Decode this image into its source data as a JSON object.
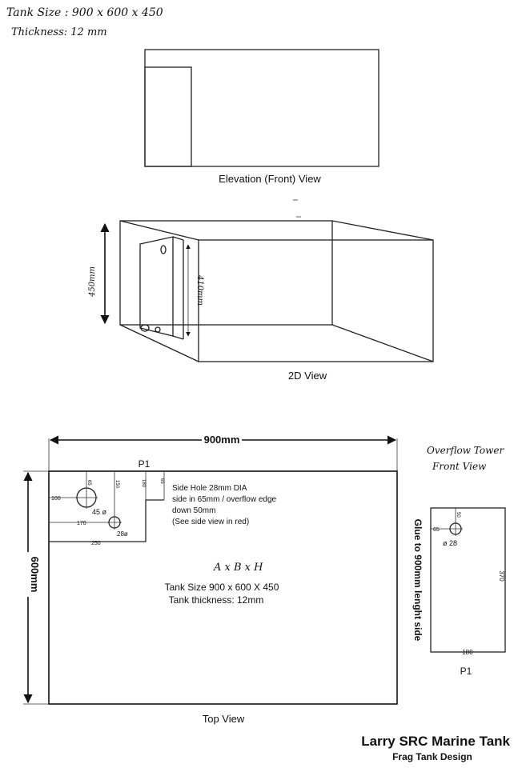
{
  "header": {
    "tank_size_note": "Tank Size : 900 x 600 x 450",
    "thickness_note": "Thickness: 12 mm"
  },
  "elevation": {
    "caption": "Elevation (Front) View"
  },
  "view2d": {
    "caption": "2D View",
    "height_label": "450mm",
    "tower_height_label": "410mm"
  },
  "top_view": {
    "width_label": "900mm",
    "depth_label": "600mm",
    "p1_label": "P1",
    "dim_65": "65",
    "dim_150": "150",
    "dim_180": "180",
    "dim_65_right": "65",
    "dim_100": "100",
    "dim_170": "170",
    "dim_250": "250",
    "hole_45": "45 ø",
    "hole_28": "28ø",
    "note_lines": [
      "Side Hole 28mm DIA",
      "side in 65mm / overflow edge",
      "down 50mm",
      "(See side view in red)"
    ],
    "formula": "A x B x H",
    "tank_size": "Tank Size 900 x 600 X 450",
    "tank_thickness": "Tank thickness: 12mm",
    "caption": "Top View"
  },
  "glue_note": "Glue to 900mm lenght side",
  "overflow": {
    "title_line1": "Overflow Tower",
    "title_line2": "Front View",
    "dim_50": "50",
    "dim_65": "65",
    "hole_label": "ø  28",
    "dim_370": "370",
    "dim_180": "180",
    "p1_label": "P1"
  },
  "footer": {
    "title": "Larry SRC Marine Tank",
    "subtitle": "Frag Tank Design"
  }
}
